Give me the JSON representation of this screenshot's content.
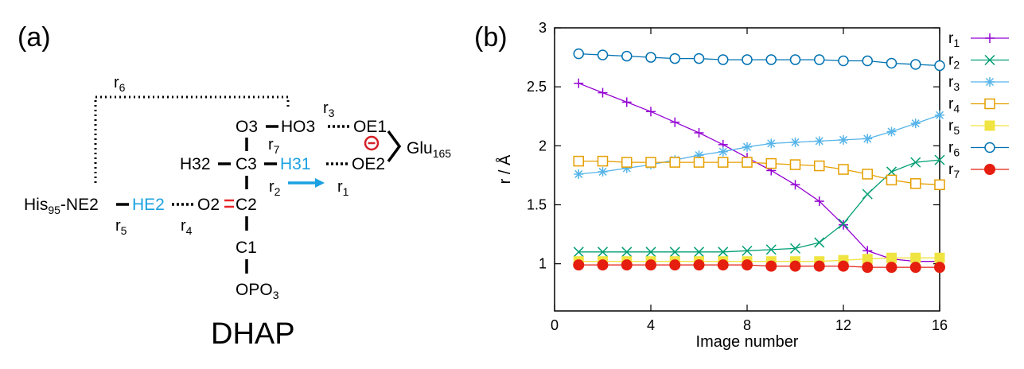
{
  "panel_a": {
    "label": "(a)",
    "molecule_name": "DHAP",
    "atoms": {
      "his": "His",
      "his_sub": "95",
      "ne2": "-NE2",
      "he2": "HE2",
      "o2": "O2",
      "c2": "C2",
      "c1": "C1",
      "opo3": "OPO",
      "opo3_sub": "3",
      "h32": "H32",
      "c3": "C3",
      "h31": "H31",
      "o3": "O3",
      "ho3": "HO3",
      "oe1": "OE1",
      "oe2": "OE2",
      "glu": "Glu",
      "glu_sub": "165"
    },
    "distances": {
      "r1": {
        "main": "r",
        "sub": "1"
      },
      "r2": {
        "main": "r",
        "sub": "2"
      },
      "r3": {
        "main": "r",
        "sub": "3"
      },
      "r4": {
        "main": "r",
        "sub": "4"
      },
      "r5": {
        "main": "r",
        "sub": "5"
      },
      "r6": {
        "main": "r",
        "sub": "6"
      },
      "r7": {
        "main": "r",
        "sub": "7"
      }
    },
    "colors": {
      "highlight": "#1ba1e2",
      "double_bond": "#e8262a",
      "charge": "#d42027"
    }
  },
  "panel_b": {
    "label": "(b)"
  },
  "chart_data": {
    "type": "line",
    "xlabel": "Image number",
    "ylabel": "r / Å",
    "xlim": [
      0,
      16
    ],
    "ylim": [
      0.6,
      3
    ],
    "xticks": [
      0,
      4,
      8,
      12,
      16
    ],
    "yticks": [
      1,
      1.5,
      2,
      2.5,
      3
    ],
    "ytick_labels": [
      "1",
      "1.5",
      "2",
      "2.5",
      "3"
    ],
    "legend_position": "right, outside plot",
    "x": [
      1,
      2,
      3,
      4,
      5,
      6,
      7,
      8,
      9,
      10,
      11,
      12,
      13,
      14,
      15,
      16
    ],
    "series": [
      {
        "name": "r",
        "sub": "1",
        "marker": "plus",
        "color": "#9400d3",
        "values": [
          2.53,
          2.45,
          2.37,
          2.29,
          2.2,
          2.11,
          2.01,
          1.9,
          1.79,
          1.67,
          1.53,
          1.33,
          1.11,
          1.04,
          1.02,
          1.02
        ]
      },
      {
        "name": "r",
        "sub": "2",
        "marker": "cross",
        "color": "#009e73",
        "values": [
          1.1,
          1.1,
          1.1,
          1.1,
          1.1,
          1.1,
          1.1,
          1.11,
          1.12,
          1.13,
          1.18,
          1.34,
          1.59,
          1.78,
          1.86,
          1.88
        ]
      },
      {
        "name": "r",
        "sub": "3",
        "marker": "star",
        "color": "#56b4e9",
        "values": [
          1.76,
          1.78,
          1.81,
          1.84,
          1.88,
          1.92,
          1.95,
          1.99,
          2.02,
          2.03,
          2.04,
          2.05,
          2.06,
          2.12,
          2.19,
          2.26
        ]
      },
      {
        "name": "r",
        "sub": "4",
        "marker": "square-open",
        "color": "#e69f00",
        "values": [
          1.87,
          1.87,
          1.86,
          1.86,
          1.86,
          1.86,
          1.86,
          1.86,
          1.85,
          1.84,
          1.83,
          1.8,
          1.76,
          1.71,
          1.68,
          1.67
        ]
      },
      {
        "name": "r",
        "sub": "5",
        "marker": "square-filled",
        "color": "#f0e442",
        "values": [
          1.02,
          1.02,
          1.02,
          1.02,
          1.02,
          1.02,
          1.02,
          1.02,
          1.02,
          1.02,
          1.02,
          1.03,
          1.04,
          1.05,
          1.05,
          1.05
        ]
      },
      {
        "name": "r",
        "sub": "6",
        "marker": "circle-open",
        "color": "#0072b2",
        "values": [
          2.78,
          2.77,
          2.76,
          2.75,
          2.74,
          2.74,
          2.73,
          2.73,
          2.73,
          2.73,
          2.73,
          2.72,
          2.72,
          2.7,
          2.69,
          2.68
        ]
      },
      {
        "name": "r",
        "sub": "7",
        "marker": "circle-filled",
        "color": "#e51e10",
        "values": [
          0.99,
          0.99,
          0.99,
          0.99,
          0.99,
          0.99,
          0.99,
          0.99,
          0.98,
          0.98,
          0.98,
          0.98,
          0.97,
          0.97,
          0.97,
          0.97
        ]
      }
    ]
  }
}
